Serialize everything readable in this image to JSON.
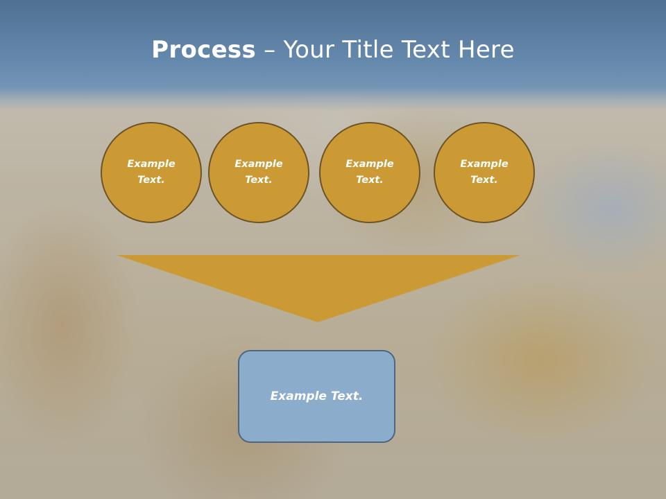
{
  "slide": {
    "title_bold": "Process",
    "title_rest": " – Your Title Text Here",
    "circles": [
      {
        "line1": "Example",
        "line2": "Text."
      },
      {
        "line1": "Example",
        "line2": "Text."
      },
      {
        "line1": "Example",
        "line2": "Text."
      },
      {
        "line1": "Example",
        "line2": "Text."
      }
    ],
    "result_text": "Example Text."
  },
  "colors": {
    "header": "#5b7ea2",
    "circle_fill": "#cc9a35",
    "circle_border": "#6d5326",
    "funnel_fill": "#cc9a35",
    "result_fill": "#8baccb",
    "result_border": "#4e6681"
  }
}
